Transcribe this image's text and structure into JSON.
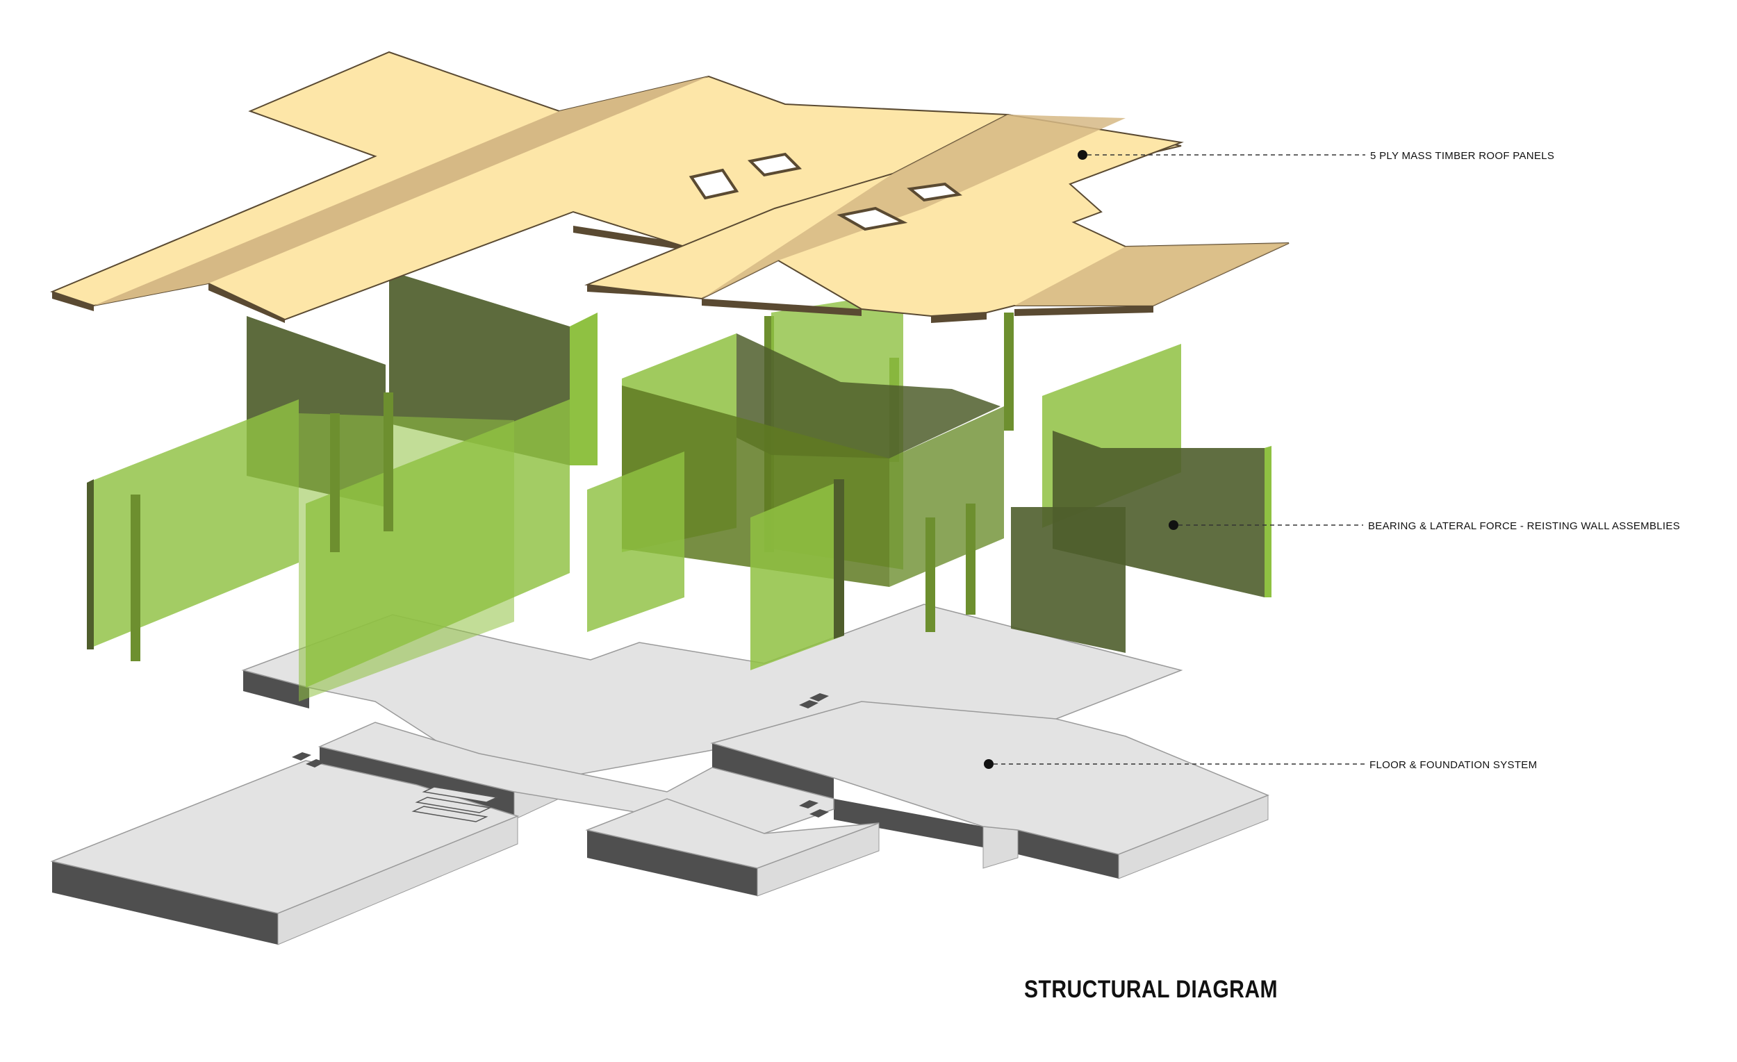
{
  "title": "STRUCTURAL DIAGRAM",
  "callouts": [
    {
      "id": "roof",
      "label": "5 PLY MASS TIMBER ROOF PANELS"
    },
    {
      "id": "walls",
      "label": "BEARING & LATERAL FORCE - REISTING WALL ASSEMBLIES"
    },
    {
      "id": "floor",
      "label": "FLOOR & FOUNDATION SYSTEM"
    }
  ],
  "colors": {
    "roof_top": "#fde6a8",
    "roof_band": "#d6b985",
    "roof_edge": "#5a4a32",
    "wall_light": "#8fc142",
    "wall_dark": "#4f5e2c",
    "floor_top": "#e3e3e3",
    "floor_side": "#4f4f4f",
    "leader": "#333333"
  }
}
